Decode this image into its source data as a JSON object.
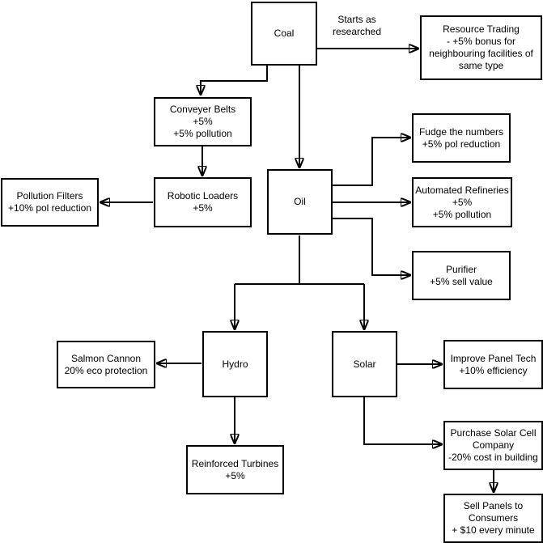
{
  "diagram": {
    "type": "flowchart-tech-tree",
    "background_color": "#ffffff",
    "stroke_color": "#000000",
    "text_color": "#000000",
    "nodes": {
      "coal": {
        "text": "Coal"
      },
      "resource_trading": {
        "text": "Resource Trading\n- +5% bonus for\nneighbouring facilities of\nsame type"
      },
      "conveyer_belts": {
        "text": "Conveyer Belts\n+5%\n+5% pollution"
      },
      "robotic_loaders": {
        "text": "Robotic Loaders\n+5%"
      },
      "pollution_filters": {
        "text": "Pollution Filters\n+10% pol reduction"
      },
      "oil": {
        "text": "Oil"
      },
      "fudge_the_numbers": {
        "text": "Fudge the numbers\n+5% pol reduction"
      },
      "automated_refineries": {
        "text": "Automated Refineries\n+5%\n+5% pollution"
      },
      "purifier": {
        "text": "Purifier\n+5% sell value"
      },
      "hydro": {
        "text": "Hydro"
      },
      "solar": {
        "text": "Solar"
      },
      "salmon_cannon": {
        "text": "Salmon Cannon\n20% eco protection"
      },
      "reinforced_turbines": {
        "text": "Reinforced Turbines\n+5%"
      },
      "improve_panel_tech": {
        "text": "Improve Panel Tech\n+10% efficiency"
      },
      "purchase_solar_cell_company": {
        "text": "Purchase Solar Cell\nCompany\n-20% cost in building"
      },
      "sell_panels_to_consumers": {
        "text": "Sell Panels to\nConsumers\n+ $10 every minute"
      }
    },
    "annotations": {
      "starts_as_researched": "Starts as\nresearched"
    },
    "edges": [
      {
        "from": "Coal",
        "to": "Resource Trading",
        "label": "Starts as researched"
      },
      {
        "from": "Coal",
        "to": "Conveyer Belts"
      },
      {
        "from": "Coal",
        "to": "Oil"
      },
      {
        "from": "Conveyer Belts",
        "to": "Robotic Loaders"
      },
      {
        "from": "Robotic Loaders",
        "to": "Pollution Filters"
      },
      {
        "from": "Oil",
        "to": "Fudge the numbers"
      },
      {
        "from": "Oil",
        "to": "Automated Refineries"
      },
      {
        "from": "Oil",
        "to": "Purifier"
      },
      {
        "from": "Oil",
        "to": "Hydro"
      },
      {
        "from": "Oil",
        "to": "Solar"
      },
      {
        "from": "Hydro",
        "to": "Salmon Cannon"
      },
      {
        "from": "Hydro",
        "to": "Reinforced Turbines"
      },
      {
        "from": "Solar",
        "to": "Improve Panel Tech"
      },
      {
        "from": "Solar",
        "to": "Purchase Solar Cell Company"
      },
      {
        "from": "Purchase Solar Cell Company",
        "to": "Sell Panels to Consumers"
      }
    ]
  }
}
